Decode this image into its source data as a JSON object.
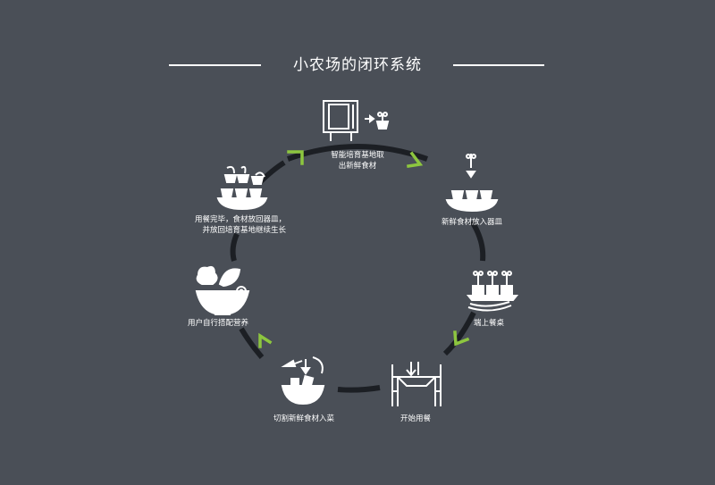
{
  "title": "小农场的闭环系统",
  "steps": {
    "harvest": {
      "line1": "智能培育基地取",
      "line2": "出新鲜食材"
    },
    "place": {
      "line1": "新鲜食材放入器皿"
    },
    "serve": {
      "line1": "端上餐桌"
    },
    "dine": {
      "line1": "开始用餐"
    },
    "cut": {
      "line1": "切割新鲜食材入菜"
    },
    "nutrition": {
      "line1": "用户自行搭配营养"
    },
    "return": {
      "line1": "用餐完毕，食材放回器皿，",
      "line2": "并放回培育基地继续生长"
    }
  },
  "colors": {
    "background": "#4a4f57",
    "ring": "#1c1f24",
    "arrow": "#8dc63f",
    "icon": "#ffffff"
  },
  "icons": [
    "growing-cabinet-icon",
    "plant-bowl-icon",
    "serving-tray-icon",
    "dining-table-icon",
    "knife-bowl-icon",
    "salad-bowl-icon",
    "pots-icon"
  ]
}
